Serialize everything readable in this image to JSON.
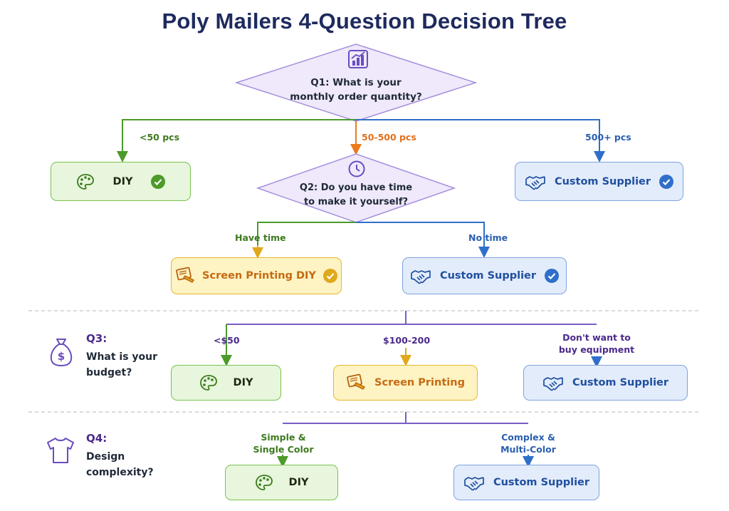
{
  "title": "Poly Mailers 4-Question Decision Tree",
  "q1": {
    "line1": "Q1: What is your",
    "line2": "monthly order quantity?",
    "icon": "bar-chart-icon"
  },
  "q1_branches": {
    "low": "<50 pcs",
    "mid": "50-500 pcs",
    "high": "500+ pcs"
  },
  "q1_results": {
    "low": "DIY",
    "high": "Custom Supplier"
  },
  "q2": {
    "line1": "Q2: Do you have time",
    "line2": "to make it yourself?",
    "icon": "clock-icon"
  },
  "q2_branches": {
    "yes": "Have time",
    "no": "No time"
  },
  "q2_results": {
    "yes": "Screen Printing DIY",
    "no": "Custom Supplier"
  },
  "q3": {
    "label": "Q3:",
    "line1": "What is your",
    "line2": "budget?",
    "icon": "money-bag-icon"
  },
  "q3_branches": {
    "low": "<$50",
    "mid": "$100-200",
    "high_line1": "Don't want to",
    "high_line2": "buy equipment"
  },
  "q3_results": {
    "low": "DIY",
    "mid": "Screen Printing",
    "high": "Custom Supplier"
  },
  "q4": {
    "label": "Q4:",
    "line1": "Design",
    "line2": "complexity?",
    "icon": "t-shirt-icon"
  },
  "q4_branches": {
    "simple_line1": "Simple &",
    "simple_line2": "Single Color",
    "complex_line1": "Complex &",
    "complex_line2": "Multi-Color"
  },
  "q4_results": {
    "simple": "DIY",
    "complex": "Custom Supplier"
  },
  "colors": {
    "green": "#4c9a2a",
    "orange": "#ec7a1c",
    "yellow": "#e0a81c",
    "blue": "#2f6fc9",
    "purple": "#7b5cc4",
    "navy": "#1e2a5e"
  }
}
